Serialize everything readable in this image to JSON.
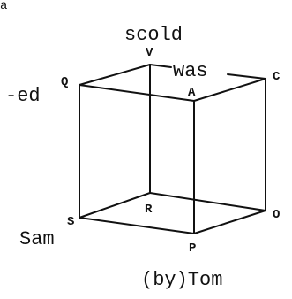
{
  "words": {
    "top": "scold",
    "was": "was",
    "left": "-ed",
    "bottom_left": "Sam",
    "bottom": "(by)Tom"
  },
  "vertices": {
    "V": "V",
    "Q": "Q",
    "A": "A",
    "C": "C",
    "S": "S",
    "R": "R",
    "P": "P",
    "O": "O"
  },
  "corner_mark": "a"
}
